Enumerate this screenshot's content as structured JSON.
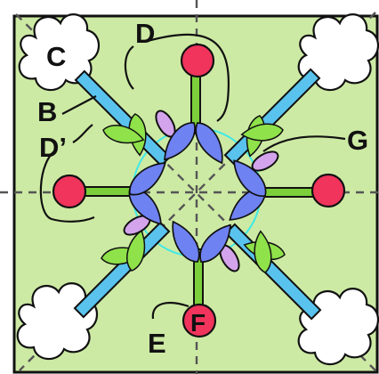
{
  "labels": {
    "B": "B",
    "C": "C",
    "D": "D",
    "D_prime": "D’",
    "E": "E",
    "F": "F",
    "G": "G"
  },
  "colors": {
    "background": "#cdeaa4",
    "border": "#111111",
    "center_circle": "#40e8e8",
    "guide_lines": "#5a5a5a",
    "flower": "#f0345c",
    "stem": "#7ccf3a",
    "blue_leaf": "#6e82f2",
    "green_leaf": "#8fe24a",
    "purple_petal": "#d3a4ec",
    "bar": "#59c3ee",
    "cloud": "#ffffff"
  },
  "icons": [
    "flower-icon",
    "cloud-icon",
    "leaf-icon"
  ]
}
